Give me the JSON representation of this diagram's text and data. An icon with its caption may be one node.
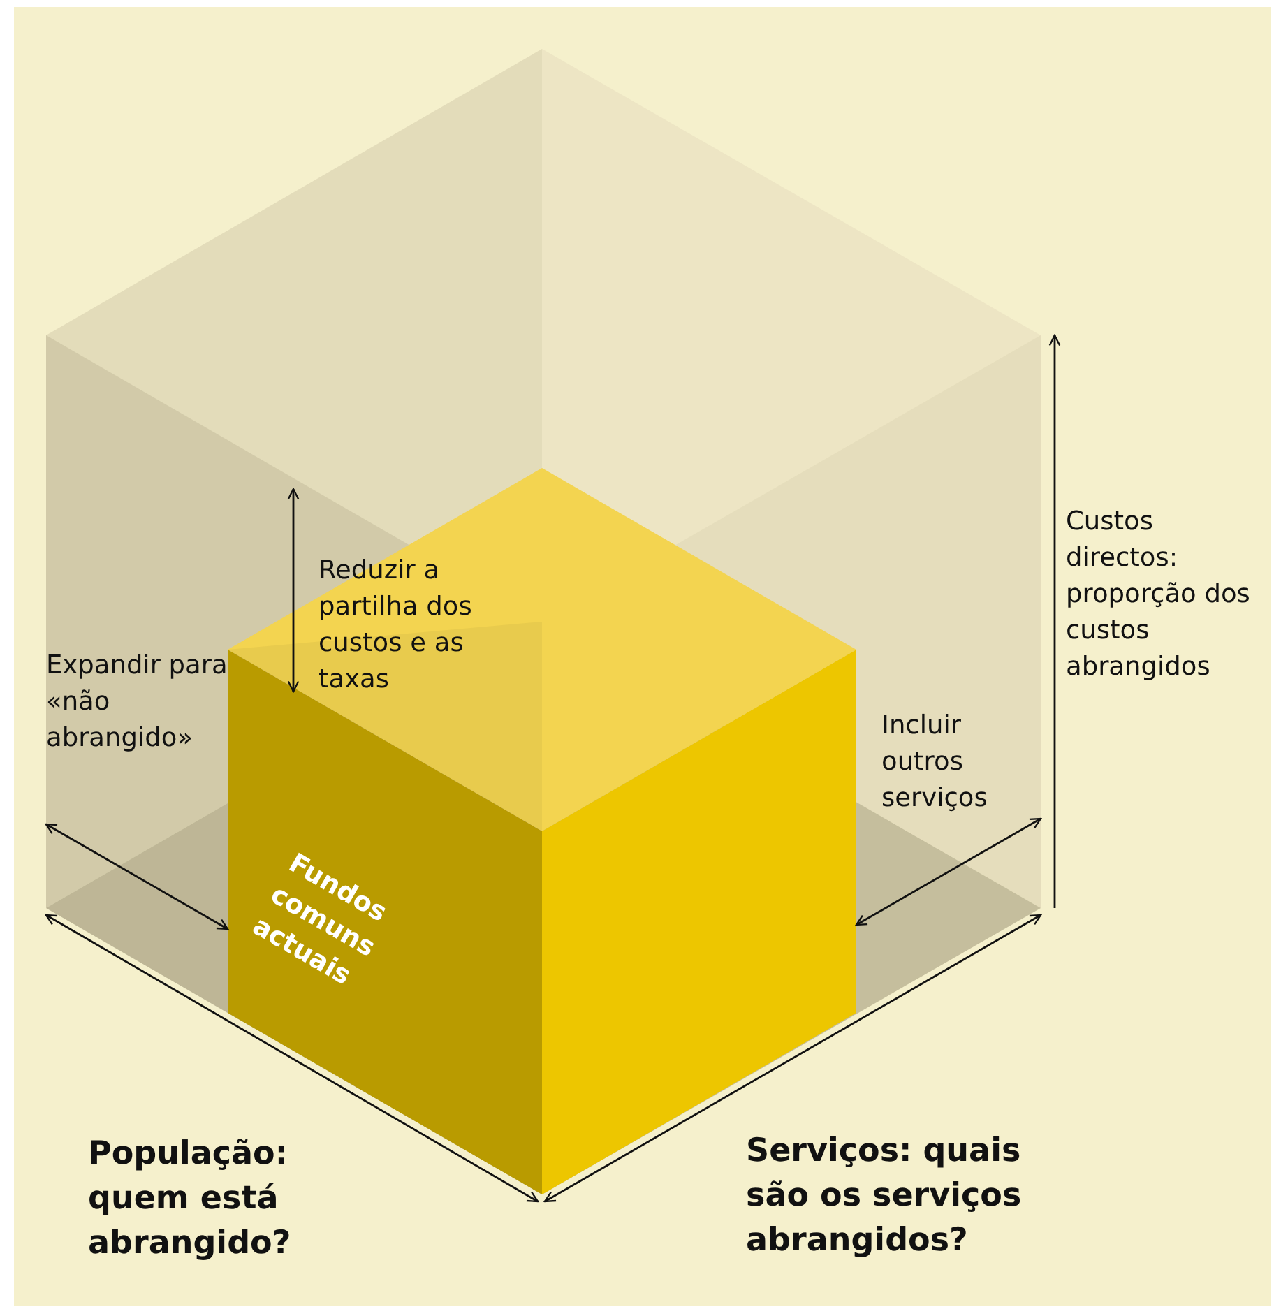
{
  "diagram": {
    "nodes": [
      {
        "text": [
          "Fundos comuns actuais"
        ]
      }
    ],
    "labels": [
      "Reduzir a partilha dos custos e as taxas",
      "Expandir para «não abrangido»",
      "Custos directos: proporção dos custos abrangidos",
      "Incluir outros serviços",
      "População: quem está abrangido?",
      "Serviços: quais são os serviços abrangidos?"
    ]
  }
}
